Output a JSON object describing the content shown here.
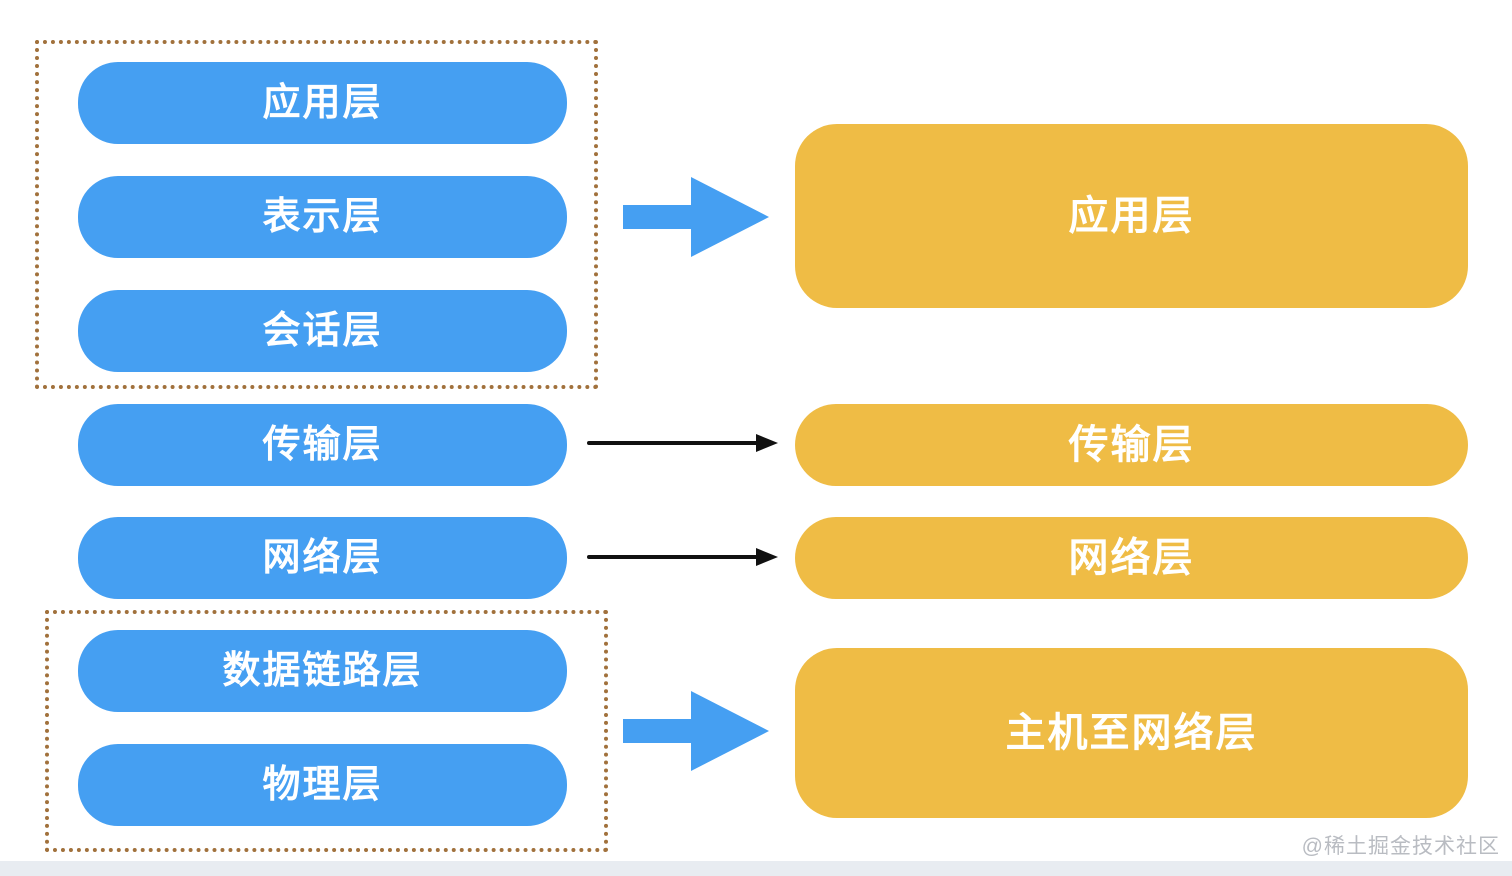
{
  "osi": {
    "layers": [
      "应用层",
      "表示层",
      "会话层",
      "传输层",
      "网络层",
      "数据链路层",
      "物理层"
    ]
  },
  "tcpip": {
    "layers": [
      "应用层",
      "传输层",
      "网络层",
      "主机至网络层"
    ]
  },
  "colors": {
    "osi_box": "#459ff2",
    "tcpip_box": "#efbc45",
    "group_outline": "#a1713c",
    "black_arrow": "#111111",
    "box_text": "#ffffff",
    "watermark_text": "#b9bcc2",
    "bottom_strip": "#e8ecf1"
  },
  "watermark": {
    "text": "@稀土掘金技术社区"
  }
}
